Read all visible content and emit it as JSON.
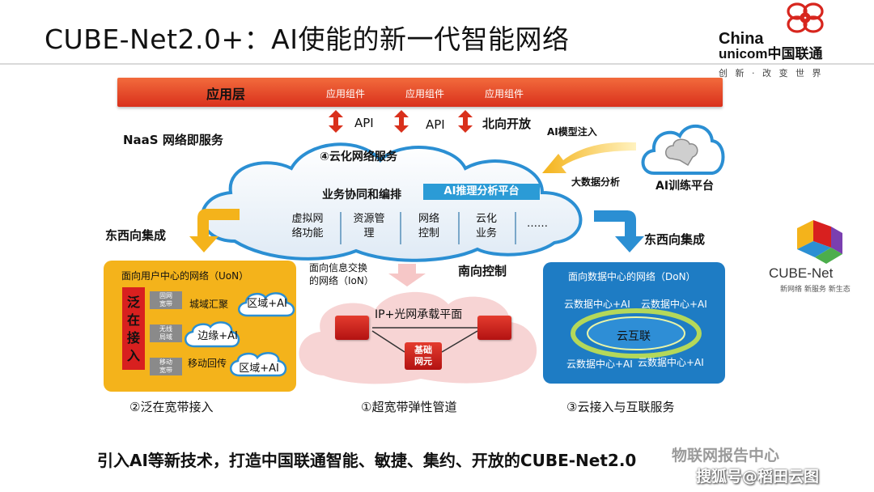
{
  "title": "CUBE-Net2.0+：AI使能的新一代智能网络",
  "logo": {
    "china": "China",
    "unicom": "unicom中国联通",
    "slogan": "创 新 · 改 变 世 界"
  },
  "app_layer": {
    "label": "应用层",
    "components": [
      "应用组件",
      "应用组件",
      "应用组件"
    ]
  },
  "api_labels": [
    "API",
    "API"
  ],
  "northbound": "北向开放",
  "naas": "NaaS 网络即服务",
  "cloud_service": "④云化网络服务",
  "ai_model_inject": "AI模型注入",
  "big_data": "大数据分析",
  "ai_training": "AI训练平台",
  "orchestration": "业务协同和编排",
  "ai_inference": "AI推理分析平台",
  "functions": [
    {
      "line1": "虚拟网",
      "line2": "络功能"
    },
    {
      "line1": "资源管",
      "line2": "理"
    },
    {
      "line1": "网络",
      "line2": "控制"
    },
    {
      "line1": "云化",
      "line2": "业务"
    },
    {
      "line1": "……",
      "line2": ""
    }
  ],
  "east_west_left": "东西向集成",
  "east_west_right": "东西向集成",
  "southbound": "南向控制",
  "uon": {
    "title": "面向用户中心的网络（UoN）",
    "fanzai": [
      "泛",
      "在",
      "接",
      "入"
    ],
    "access": [
      {
        "line1": "固网",
        "line2": "宽带"
      },
      {
        "line1": "无线",
        "line2": "局域"
      },
      {
        "line1": "移动",
        "line2": "宽带"
      }
    ],
    "metro": "城域汇聚",
    "edge": "边缘+AI",
    "mobile_backhaul": "移动回传",
    "region_top": "区域+AI",
    "region_bottom": "区域+AI"
  },
  "ion": {
    "title_line1": "面向信息交换",
    "title_line2": "的网络（IoN）",
    "plane": "IP+光网承载平面",
    "base_ne_line1": "基础",
    "base_ne_line2": "网元"
  },
  "don": {
    "title": "面向数据中心的网络（DoN）",
    "dc_tl": "云数据中心+AI",
    "dc_tr": "云数据中心+AI",
    "dc_bl": "云数据中心+AI",
    "dc_br": "云数据中心+AI",
    "interconnect": "云互联"
  },
  "captions": {
    "left": "②泛在宽带接入",
    "middle": "①超宽带弹性管道",
    "right": "③云接入与互联服务"
  },
  "bottom_text": "引入AI等新技术，打造中国联通智能、敏捷、集约、开放的CUBE-Net2.0",
  "watermark_top": "物联网报告中心",
  "watermark_bottom": "搜狐号@稻田云图",
  "cube_net": {
    "name": "CUBE-Net",
    "tagline": "新网络 新服务 新生态"
  },
  "colors": {
    "app_layer": "#e0401f",
    "uon_bg": "#f4b31b",
    "don_bg": "#1e7cc4",
    "ai_badge": "#2b9bd6",
    "red_box": "#c81c1c"
  }
}
